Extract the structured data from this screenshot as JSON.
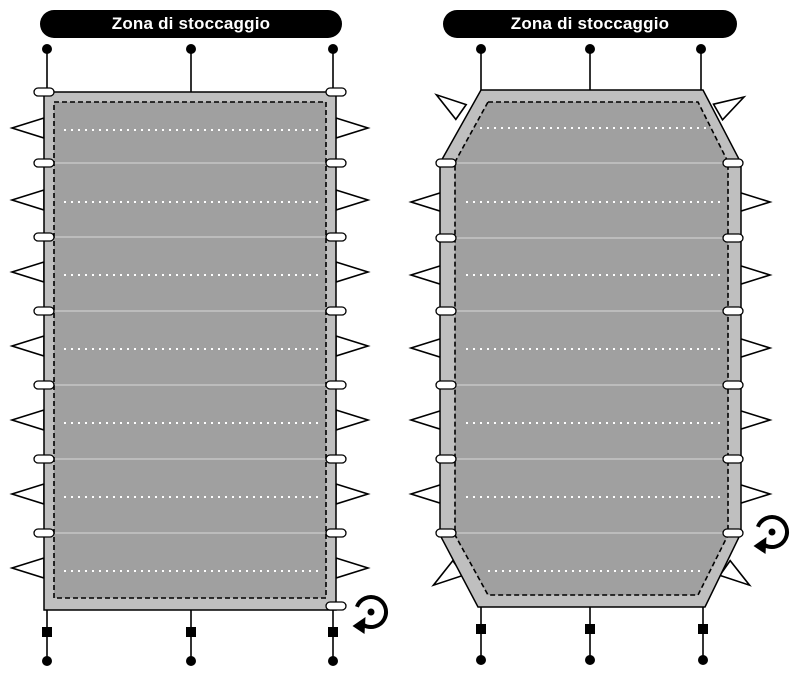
{
  "diagrams": [
    {
      "id": "left",
      "label": "Zona di stoccaggio",
      "shape": "rectangle",
      "rotation_direction": "clockwise"
    },
    {
      "id": "right",
      "label": "Zona di stoccaggio",
      "shape": "octagon",
      "rotation_direction": "clockwise"
    }
  ],
  "colors": {
    "frame": "#bfbfbf",
    "inner": "#a0a0a0",
    "line": "#000000",
    "dotted": "#ffffff",
    "label_bg": "#000000",
    "label_text": "#ffffff"
  }
}
